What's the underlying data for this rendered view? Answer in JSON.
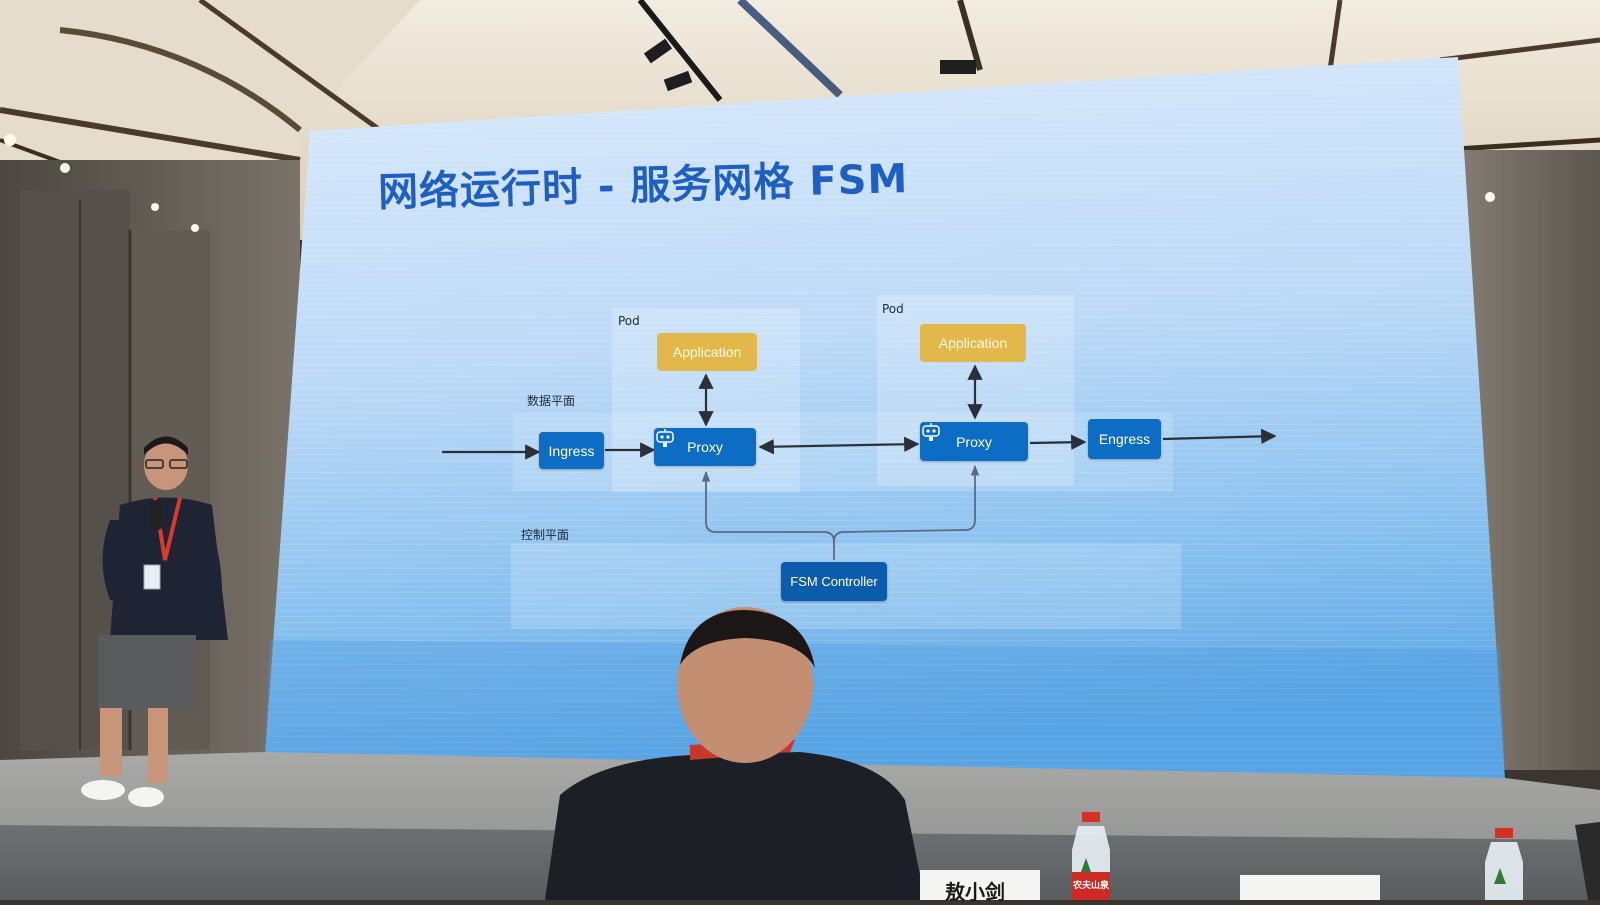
{
  "slide": {
    "title": "网络运行时 - 服务网格 FSM",
    "data_plane_label": "数据平面",
    "control_plane_label": "控制平面",
    "pod_left_label": "Pod",
    "pod_right_label": "Pod",
    "app_left": "Application",
    "app_right": "Application",
    "ingress": "Ingress",
    "proxy_left": "Proxy",
    "proxy_right": "Proxy",
    "engress": "Engress",
    "controller": "FSM Controller"
  },
  "table": {
    "nameplate": "敖小剑",
    "bottle_label": "农夫山泉"
  },
  "colors": {
    "title_blue": "#1f5fc4",
    "box_blue": "#0d6cc3",
    "application_gold": "#e2b84a",
    "screen_light": "#d3e7fb",
    "screen_deep": "#6fb0ea"
  }
}
